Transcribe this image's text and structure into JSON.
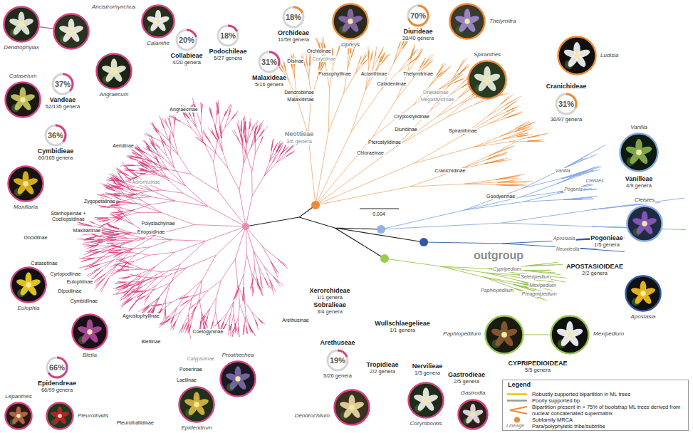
{
  "diagram": {
    "nodes": [
      {
        "text": [
          "Dendrophylax"
        ]
      },
      {
        "text": [
          "Ancistrorhynchus"
        ]
      },
      {
        "text": [
          "Calanthe"
        ]
      },
      {
        "text": [
          "20%",
          "Collabieae",
          "4/20 genera"
        ]
      },
      {
        "text": [
          "18%",
          "Podochileae",
          "5/27 genera"
        ]
      },
      {
        "text": [
          "18%",
          "Orchideae",
          "11/59 genera"
        ]
      },
      {
        "text": [
          "Ophrys"
        ]
      },
      {
        "text": [
          "70%",
          "Diurideae",
          "28/40 genera"
        ]
      },
      {
        "text": [
          "Thelymitra"
        ]
      },
      {
        "text": [
          "Ludisia"
        ]
      },
      {
        "text": [
          "37%",
          "Vandeae",
          "52/135 genera"
        ]
      },
      {
        "text": [
          "Angraecum"
        ]
      },
      {
        "text": [
          "31%",
          "Malaxideae",
          "5/16 genera"
        ]
      },
      {
        "text": [
          "Spiranthes"
        ]
      },
      {
        "text": [
          "Catasetum"
        ]
      },
      {
        "text": [
          "Cranichideae",
          "31%",
          "30/97 genera"
        ]
      },
      {
        "text": [
          "36%",
          "Cymbidieae",
          "60/165 genera"
        ]
      },
      {
        "text": [
          "Vanilla"
        ]
      },
      {
        "text": [
          "Maxillaria"
        ]
      },
      {
        "text": [
          "Cleistes"
        ]
      },
      {
        "text": [
          "Eulophia"
        ]
      },
      {
        "text": [
          "Apostasia"
        ]
      },
      {
        "text": [
          "Bletia"
        ]
      },
      {
        "text": [
          "Paphiopedilum"
        ]
      },
      {
        "text": [
          "Mexipedium"
        ]
      },
      {
        "text": [
          "Arethuseae",
          "19%",
          "5/26 genera"
        ]
      },
      {
        "text": [
          "66%",
          "Epidendreae",
          "66/99 genera"
        ]
      },
      {
        "text": [
          "Prosthechea"
        ]
      },
      {
        "text": [
          "Lepanthes"
        ]
      },
      {
        "text": [
          "Pleurothallis"
        ]
      },
      {
        "text": [
          "Epidendrum"
        ]
      },
      {
        "text": [
          "Dendrochilum"
        ]
      },
      {
        "text": [
          "Corymborkis"
        ]
      },
      {
        "text": [
          "Gastrodia"
        ]
      }
    ],
    "edges": [
      {
        "from": 0,
        "to": 1,
        "arrow": "none"
      },
      {
        "from": 23,
        "to": 24,
        "arrow": "none"
      }
    ],
    "labels": [
      "Angraecinae",
      "Aeridinae",
      "Adrorhizinae",
      "Zygopetalinae",
      "Stanhopeinae + Coeliopsidinae",
      "Maxillariinae",
      "Oncidiinae",
      "Polystachyinae",
      "Eriopsidinae",
      "Catasetinae",
      "Cyrtopodiinae",
      "Eulophiinae",
      "Dipodiinae",
      "Cymbidiinae",
      "Agrostophyllinae",
      "Bletiinae",
      "Dendrobiinae",
      "Malaxidinae",
      "Coelogyninae",
      "Calypsoinae",
      "Ponerinae",
      "Laeliinae",
      "Pleurothallidinae",
      "Arethusinae",
      "Neottieae",
      "3/6 genera",
      "Disinae",
      "Orchidinae",
      "Coryciinae",
      "Prasophyllinae",
      "Acianthinae",
      "Thelymitrinae",
      "Caladeniinae",
      "Drakaeinae",
      "Megastylidinae",
      "Cryptostylidinae",
      "Diuridinae",
      "Spiranthinae",
      "Pterostylidinae",
      "Chloraeinae",
      "Cranichidinae",
      "Goodyerinae",
      "0.004",
      "Vanilla",
      "Cleistes",
      "Pogonia",
      "Vanilleae",
      "4/9 genera",
      "Pogonieae",
      "1/5 genera",
      "Apostasia",
      "Neuwiedia",
      "APOSTASIOIDEAE",
      "2/2 genera",
      "outgroup",
      "Cypripedium",
      "Selenipedium",
      "Mexipedium",
      "Paphiopedilum",
      "Phragmipedium",
      "Xerorchideae",
      "1/1 genera",
      "Sobralieae",
      "3/4 genera",
      "Wullschlaegelieae",
      "1/1 genera",
      "Tropidieae",
      "2/2 genera",
      "Nervilieae",
      "1/3 genera",
      "Gastrodieae",
      "2/5 genera",
      "CYPRIPEDIOIDEAE",
      "5/5 genera",
      "Legend",
      "Lineage"
    ],
    "legend": [
      {
        "text": "Robustly supported bipartition in ML trees"
      },
      {
        "text": "Poorly supported bp"
      },
      {
        "text": "Bipartition present in > 75% of bootstrap ML trees derived from nuclear concatenated supermatrix"
      },
      {
        "text": "Subfamily MRCA"
      },
      {
        "text": "Para/polyphyletic tribe/subtribe"
      }
    ]
  }
}
